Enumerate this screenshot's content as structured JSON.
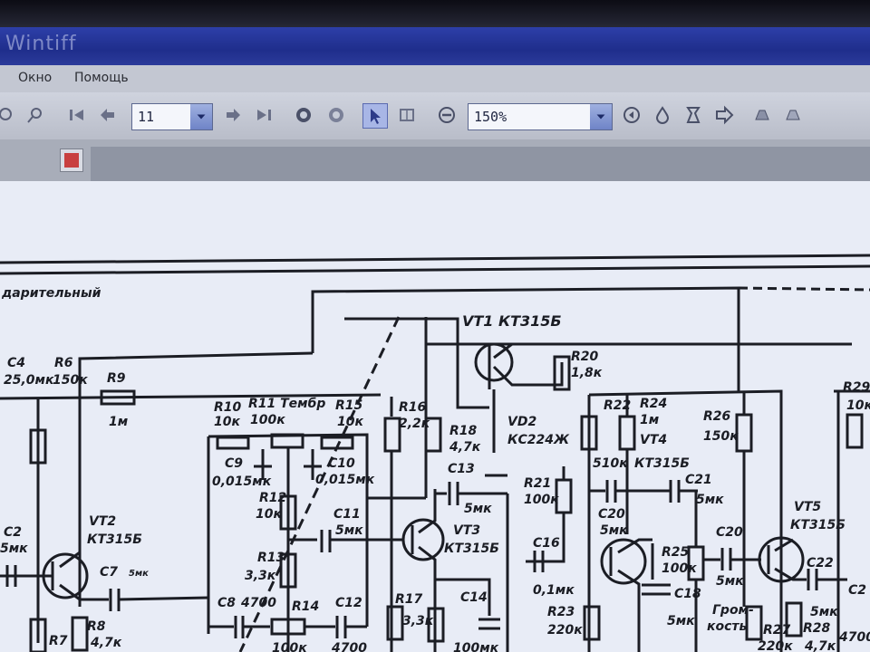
{
  "window": {
    "title": "Wintiff"
  },
  "menu": {
    "items": [
      "Окно",
      "Помощь"
    ]
  },
  "toolbar": {
    "page_value": "11",
    "zoom_value": "150%"
  },
  "schematic": {
    "header_label": "дарительный",
    "labels": {
      "vt1": "VT1 КТ315Б",
      "r20": "R20",
      "r20v": "1,8к",
      "vd2": "VD2",
      "vd2v": "КС224Ж",
      "c4": "C4",
      "c4v": "25,0мк",
      "r6": "R6",
      "r6v": "150к",
      "r9": "R9",
      "r9v": "1м",
      "r10": "R10",
      "r10v": "10к",
      "r11": "R11 Тембр",
      "r11v": "100к",
      "r15": "R15",
      "r15v": "10к",
      "r16": "R16",
      "r16v": "2,2к",
      "r18": "R18",
      "r18v": "4,7к",
      "c9": "C9",
      "c9v": "0,015мк",
      "c10": "C10",
      "c10v": "0,015мк",
      "c13": "C13",
      "c13v": "5мк",
      "r22": "R22",
      "r22v": "510к",
      "r24": "R24",
      "r24v": "1м",
      "vt4": "VT4",
      "vt4v": "КТ315Б",
      "r26": "R26",
      "r26v": "150к",
      "r21": "R21",
      "r21v": "100к",
      "c21": "C21",
      "c21v": "5мк",
      "r12": "R12",
      "r12v": "10к",
      "c11": "C11",
      "c11v": "5мк",
      "vt3": "VT3",
      "vt3v": "КТ315Б",
      "vt2": "VT2",
      "vt2v": "КТ315Б",
      "c7": "C7",
      "c7v": "5мк",
      "c2": "C2",
      "c2v": "5мк",
      "r13": "R13",
      "r13v": "3,3к",
      "c8": "C8",
      "c8v": "4700",
      "r14": "R14",
      "r14v": "100к",
      "c12": "C12",
      "c12v": "4700",
      "r17": "R17",
      "r17v": "3,3к",
      "c14": "C14",
      "c14v": "100мк",
      "c16": "C16",
      "c16v": "0,1мк",
      "r23": "R23",
      "r23v": "220к",
      "c20": "C20",
      "c20v": "5мк",
      "r25": "R25",
      "r25v": "100к",
      "c18": "C18",
      "c18v": "5мк",
      "c20b": "C20",
      "c20bv": "5мк",
      "vt5": "VT5",
      "vt5v": "КТ315Б",
      "c22": "C22",
      "c22v": "5мк",
      "gromk": "Гром-",
      "gromk2": "кость",
      "r27": "R27",
      "r27v": "220к",
      "r28": "R28",
      "r28v": "4,7к",
      "r8": "R8",
      "r8v": "4,7к",
      "r7": "R7",
      "r29": "R29",
      "r29v": "10к",
      "c2b": "C2",
      "c2bv": "4700"
    }
  }
}
